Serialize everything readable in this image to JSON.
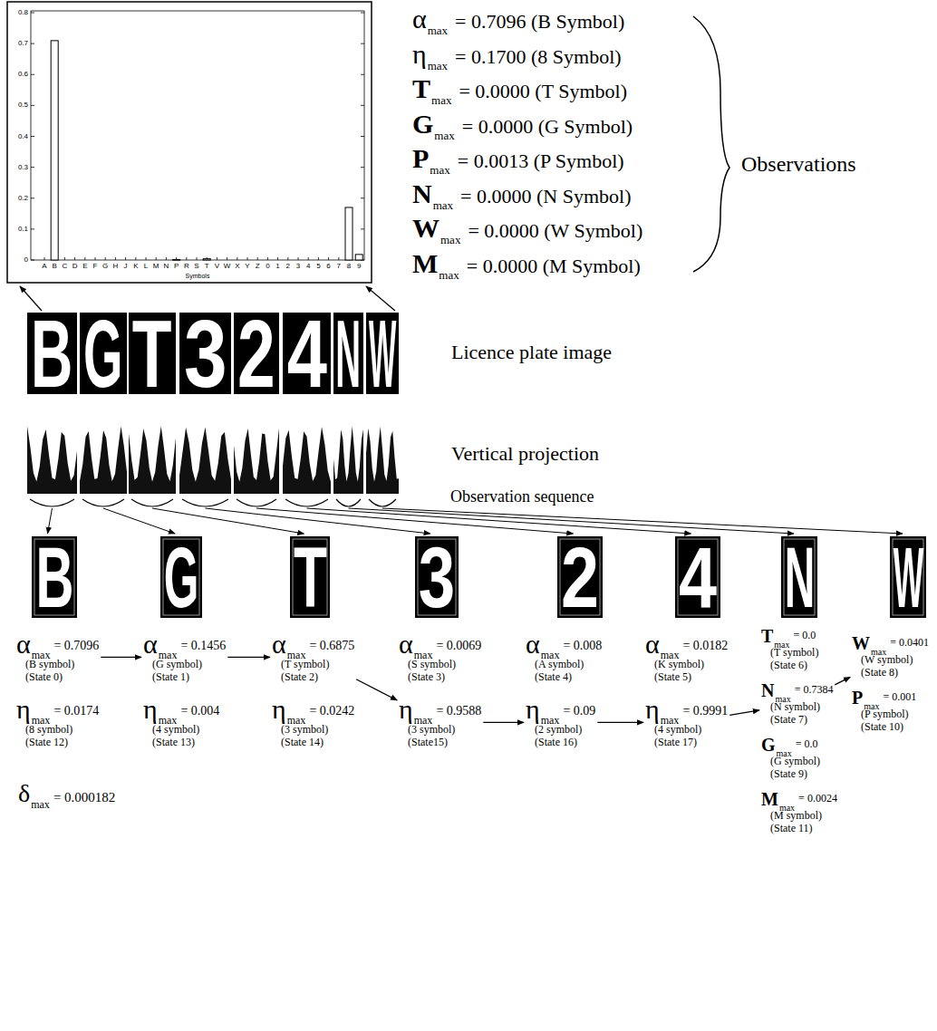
{
  "diagram": {
    "nodes": [
      {
        "text": [
          "α",
          "max",
          "= 0.7096",
          "(B symbol)",
          "(State 0)"
        ]
      },
      {
        "text": [
          "η",
          "max",
          "= 0.0174",
          "(8 symbol)",
          "(State 12)"
        ]
      },
      {
        "text": [
          "α",
          "max",
          "= 0.1456",
          "(G symbol)",
          "(State 1)"
        ]
      },
      {
        "text": [
          "η",
          "max",
          "= 0.004",
          "(4 symbol)",
          "(State 13)"
        ]
      },
      {
        "text": [
          "α",
          "max",
          "= 0.6875",
          "(T symbol)",
          "(State 2)"
        ]
      },
      {
        "text": [
          "η",
          "max",
          "= 0.0242",
          "(3 symbol)",
          "(State 14)"
        ]
      },
      {
        "text": [
          "α",
          "max",
          "= 0.0069",
          "(S symbol)",
          "(State 3)"
        ]
      },
      {
        "text": [
          "η",
          "max",
          "= 0.9588",
          "(3 symbol)",
          "(State15)"
        ]
      },
      {
        "text": [
          "α",
          "max",
          "= 0.008",
          "(A symbol)",
          "(State 4)"
        ]
      },
      {
        "text": [
          "η",
          "max",
          "= 0.09",
          "(2 symbol)",
          "(State 16)"
        ]
      },
      {
        "text": [
          "α",
          "max",
          "= 0.0182",
          "(K symbol)",
          "(State 5)"
        ]
      },
      {
        "text": [
          "η",
          "max",
          "= 0.9991",
          "(4 symbol)",
          "(State 17)"
        ]
      },
      {
        "text": [
          "T",
          "max",
          "= 0.0",
          "(T symbol)",
          "(State 6)"
        ]
      },
      {
        "text": [
          "N",
          "max",
          "= 0.7384",
          "(N symbol)",
          "(State 7)"
        ]
      },
      {
        "text": [
          "G",
          "max",
          "= 0.0",
          "(G symbol)",
          "(State 9)"
        ]
      },
      {
        "text": [
          "M",
          "max",
          "= 0.0024",
          "(M symbol)",
          "(State 11)"
        ]
      },
      {
        "text": [
          "W",
          "max",
          "= 0.0401",
          "(W symbol)",
          "(State 8)"
        ]
      },
      {
        "text": [
          "P",
          "max",
          "= 0.001",
          "(P symbol)",
          "(State 10)"
        ]
      }
    ],
    "edges": [
      {
        "from": 0,
        "to": 2,
        "arrow": "to"
      },
      {
        "from": 2,
        "to": 4,
        "arrow": "to"
      },
      {
        "from": 4,
        "to": 7,
        "arrow": "to"
      },
      {
        "from": 7,
        "to": 9,
        "arrow": "to"
      },
      {
        "from": 9,
        "to": 11,
        "arrow": "to"
      },
      {
        "from": 11,
        "to": 13,
        "arrow": "to"
      },
      {
        "from": 13,
        "to": 16,
        "arrow": "to"
      }
    ],
    "labels": [
      "0",
      "0.1",
      "0.2",
      "0.3",
      "0.4",
      "0.5",
      "0.6",
      "0.7",
      "0.8",
      "A",
      "B",
      "C",
      "D",
      "E",
      "F",
      "G",
      "H",
      "J",
      "K",
      "L",
      "M",
      "N",
      "P",
      "R",
      "S",
      "T",
      "V",
      "W",
      "X",
      "Y",
      "Z",
      "0",
      "1",
      "2",
      "3",
      "4",
      "5",
      "6",
      "7",
      "8",
      "9",
      "Symbols",
      "α",
      "max",
      "= 0.7096 (B Symbol)",
      "η",
      "max",
      "= 0.1700 (8 Symbol)",
      "T",
      "max",
      "= 0.0000 (T Symbol)",
      "G",
      "max",
      "= 0.0000 (G Symbol)",
      "P",
      "max",
      "= 0.0013 (P Symbol)",
      "N",
      "max",
      "= 0.0000 (N Symbol)",
      "W",
      "max",
      "= 0.0000 (W Symbol)",
      "M",
      "max",
      "= 0.0000 (M Symbol)",
      "Observations",
      "B",
      "G",
      "T",
      "3",
      "2",
      "4",
      "N",
      "W",
      "Licence plate image",
      "Vertical projection",
      "Observation sequence",
      "B",
      "G",
      "T",
      "3",
      "2",
      "4",
      "N",
      "W",
      "δ",
      "max",
      "= 0.000182"
    ]
  }
}
